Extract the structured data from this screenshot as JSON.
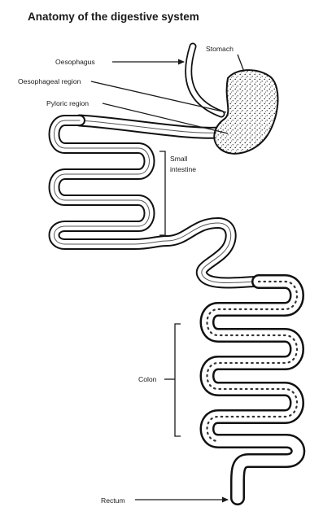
{
  "title": "Anatomy of the digestive system",
  "labels": {
    "stomach": "Stomach",
    "oesophagus": "Oesophagus",
    "oesophageal_region": "Oesophageal region",
    "pyloric_region": "Pyloric region",
    "small_intestine_line1": "Small",
    "small_intestine_line2": "intestine",
    "colon": "Colon",
    "rectum": "Rectum"
  }
}
